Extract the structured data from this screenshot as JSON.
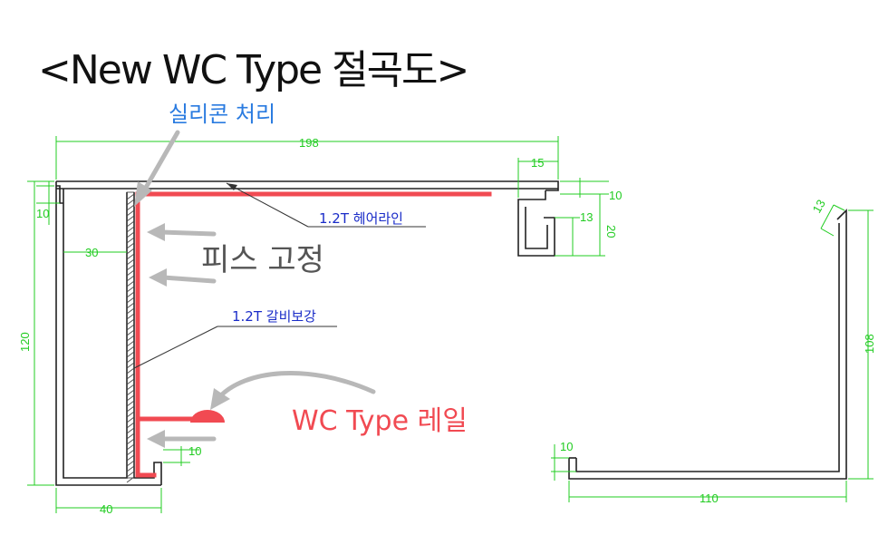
{
  "title": "<New WC Type 절곡도>",
  "labels": {
    "silicone": "실리콘 처리",
    "screw_fix": "피스 고정",
    "hairline": "1.2T 헤어라인",
    "rib": "1.2T 갈비보강",
    "rail": "WC Type 레일"
  },
  "dimensions": {
    "d198": "198",
    "d15": "15",
    "d10_top_right": "10",
    "d13_small": "13",
    "d20": "20",
    "d10_left": "10",
    "d30": "30",
    "d120": "120",
    "d10_bottom": "10",
    "d40": "40",
    "d13_right": "13",
    "d108": "108",
    "d10_right_bottom": "10",
    "d110": "110"
  },
  "colors": {
    "dimension": "#22cc22",
    "red_accent": "#f14a52",
    "blue_text": "#1a2cc8",
    "grey_arrow": "#b8b8b8",
    "silicone_text": "#2a7be0"
  }
}
